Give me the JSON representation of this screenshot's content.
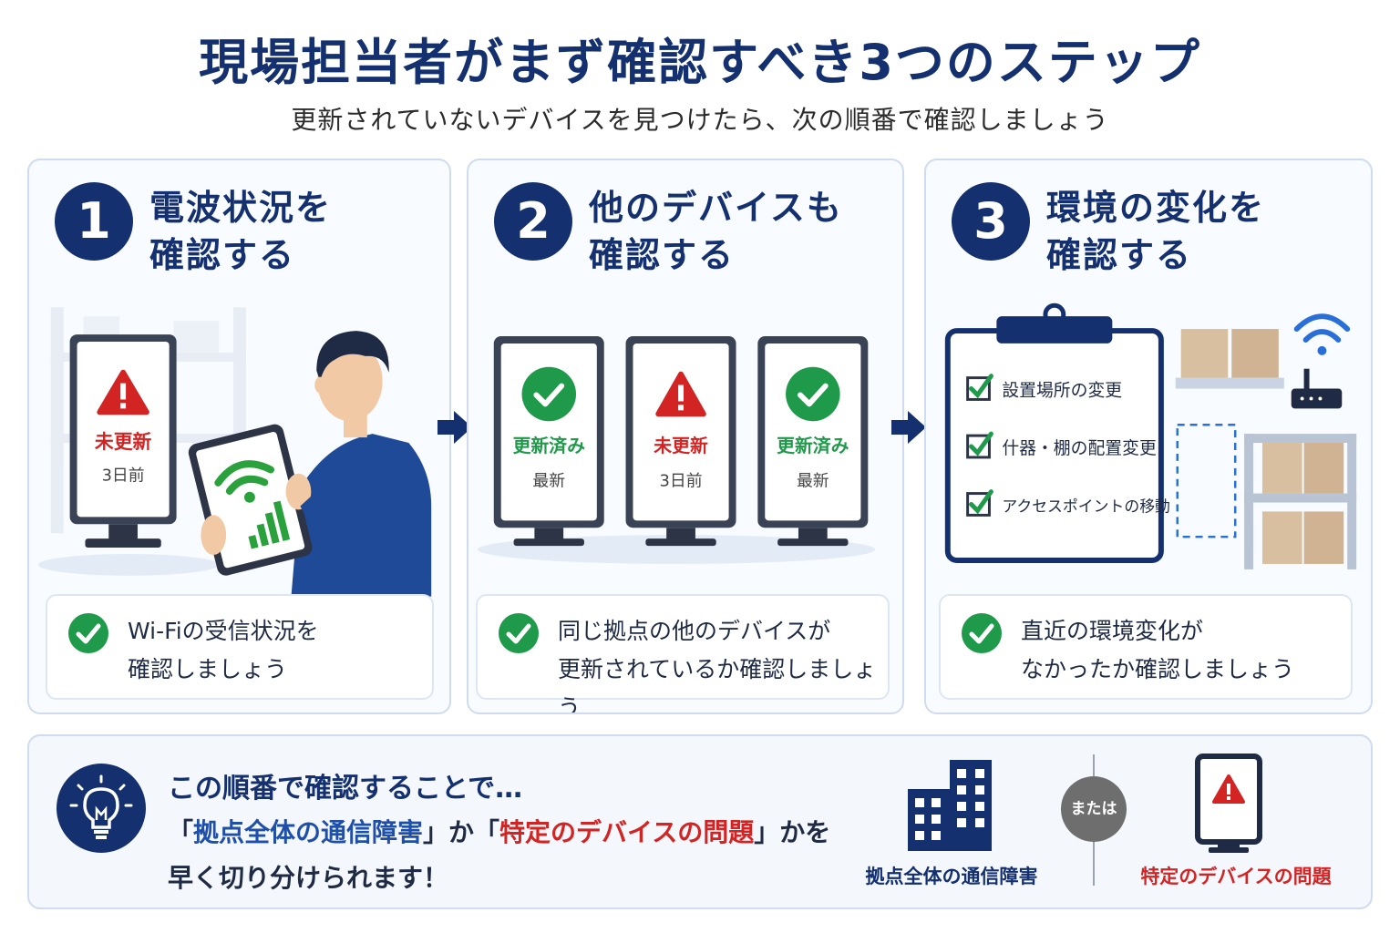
{
  "header": {
    "title": "現場担当者がまず確認すべき3つのステップ",
    "subtitle": "更新されていないデバイスを見つけたら、次の順番で確認しましょう"
  },
  "steps": [
    {
      "number": "1",
      "title_line1": "電波状況を",
      "title_line2": "確認する",
      "device": {
        "status": "未更新",
        "time": "3日前"
      },
      "note_line1": "Wi-Fiの受信状況を",
      "note_line2": "確認しましょう"
    },
    {
      "number": "2",
      "title_line1": "他のデバイスも",
      "title_line2": "確認する",
      "devices": [
        {
          "status": "更新済み",
          "time": "最新"
        },
        {
          "status": "未更新",
          "time": "3日前"
        },
        {
          "status": "更新済み",
          "time": "最新"
        }
      ],
      "note_line1": "同じ拠点の他のデバイスが",
      "note_line2": "更新されているか確認しましょう"
    },
    {
      "number": "3",
      "title_line1": "環境の変化を",
      "title_line2": "確認する",
      "checklist": [
        "設置場所の変更",
        "什器・棚の配置変更",
        "アクセスポイントの移動"
      ],
      "note_line1": "直近の環境変化が",
      "note_line2": "なかったか確認しましょう"
    }
  ],
  "bottom": {
    "lead": "この順番で確認することで…",
    "line2_open": "「",
    "line2_blue": "拠点全体の通信障害",
    "line2_mid": "」か「",
    "line2_red": "特定のデバイスの問題",
    "line2_close": "」かを",
    "line3": "早く切り分けられます！",
    "option_a": "拠点全体の通信障害",
    "or_label": "または",
    "option_b": "特定のデバイスの問題"
  },
  "colors": {
    "navy": "#14306e",
    "ok_green": "#1e9a4a",
    "alert_red": "#d32424",
    "wifi_green": "#2aa13c",
    "wifi_blue": "#2a6fd8"
  }
}
